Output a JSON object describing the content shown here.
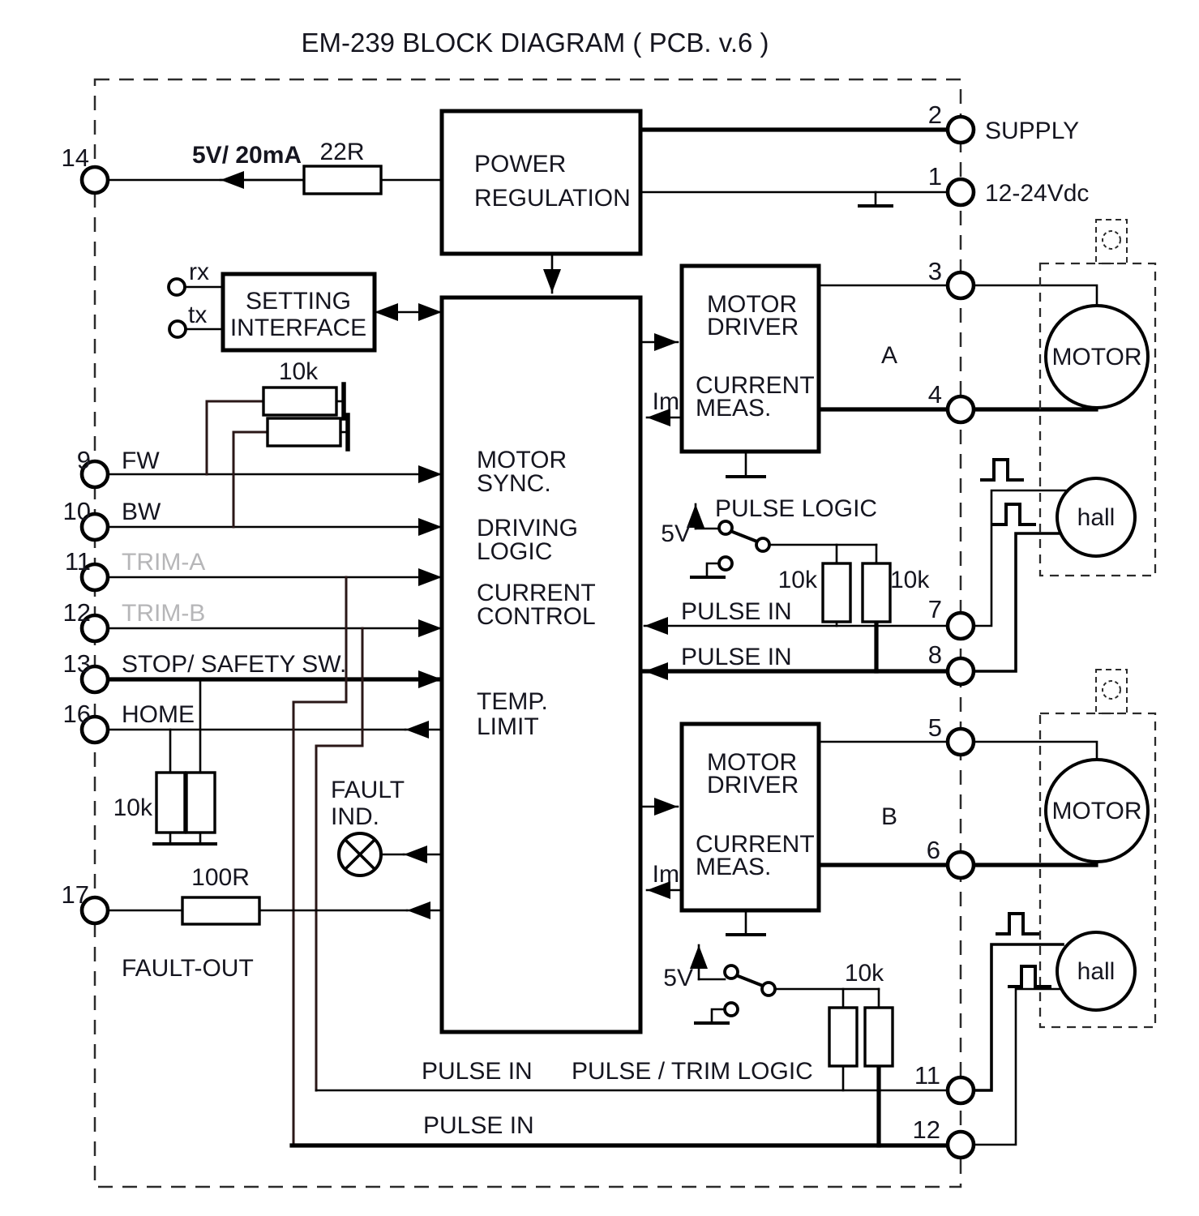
{
  "colors": {
    "line": "#000000",
    "text": "#15151f",
    "muted_label": "#b6b6b8",
    "background": "#ffffff"
  },
  "title": "EM-239  BLOCK DIAGRAM ( PCB. v.6 )",
  "power_regulation": {
    "line1": "POWER",
    "line2": "REGULATION"
  },
  "supply": {
    "pin": "2",
    "label": "SUPPLY"
  },
  "vin": {
    "pin": "1",
    "label": "12-24Vdc"
  },
  "aux5v": {
    "pin": "14",
    "label": "5V/ 20mA",
    "resistor": "22R"
  },
  "setting_interface": {
    "line1": "SETTING",
    "line2": "INTERFACE",
    "rx": "rx",
    "tx": "tx",
    "pullup": "10k"
  },
  "controller": {
    "l1": "MOTOR",
    "l2": "SYNC.",
    "l3": "DRIVING",
    "l4": "LOGIC",
    "l5": "CURRENT",
    "l6": "CONTROL",
    "l7": "TEMP.",
    "l8": "LIMIT"
  },
  "inputs": {
    "fw": {
      "pin": "9",
      "label": "FW"
    },
    "bw": {
      "pin": "10",
      "label": "BW"
    },
    "trim_a": {
      "pin": "11",
      "label": "TRIM-A"
    },
    "trim_b": {
      "pin": "12",
      "label": "TRIM-B"
    },
    "stop": {
      "pin": "13",
      "label": "STOP/ SAFETY SW."
    },
    "home": {
      "pin": "16",
      "label": "HOME"
    },
    "pulldown": "10k"
  },
  "fault": {
    "ind1": "FAULT",
    "ind2": "IND.",
    "pin": "17",
    "resistor": "100R",
    "label": "FAULT-OUT"
  },
  "driver_a": {
    "l1": "MOTOR",
    "l2": "DRIVER",
    "l3": "CURRENT",
    "l4": "MEAS.",
    "channel": "A",
    "im": "Im",
    "pin_top": "3",
    "pin_bottom": "4"
  },
  "driver_b": {
    "l1": "MOTOR",
    "l2": "DRIVER",
    "l3": "CURRENT",
    "l4": "MEAS.",
    "channel": "B",
    "im": "Im",
    "pin_top": "5",
    "pin_bottom": "6"
  },
  "pulse_a": {
    "v5": "5V",
    "title": "PULSE LOGIC",
    "r_left": "10k",
    "r_right": "10k",
    "in1": "PULSE IN",
    "in2": "PULSE IN",
    "pin1": "7",
    "pin2": "8"
  },
  "pulse_b": {
    "v5": "5V",
    "title": "PULSE / TRIM LOGIC",
    "r": "10k",
    "in1": "PULSE IN",
    "in2": "PULSE IN",
    "pin1": "11",
    "pin2": "12"
  },
  "motor_a": {
    "label": "MOTOR",
    "hall": "hall"
  },
  "motor_b": {
    "label": "MOTOR",
    "hall": "hall"
  }
}
